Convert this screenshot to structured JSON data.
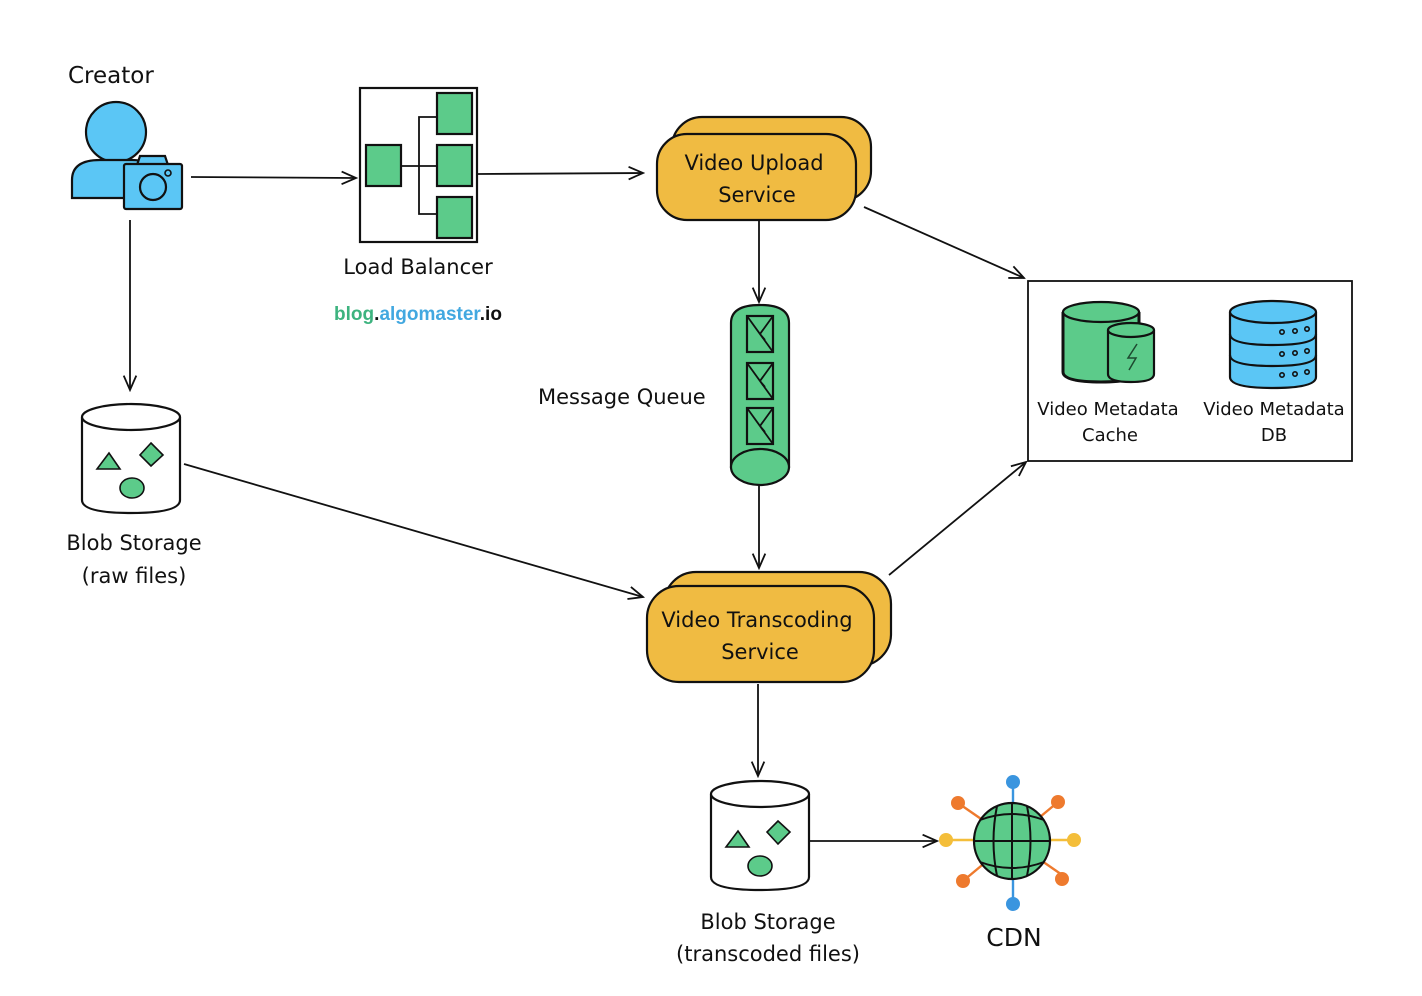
{
  "diagram": {
    "title": "Video upload and transcoding architecture",
    "colors": {
      "service_fill": "#F0BB42",
      "green_fill": "#5CCB8A",
      "blue_fill": "#5BC6F5",
      "cdn_orange": "#EE7A2E",
      "cdn_yellow": "#F4BE3A",
      "cdn_blue": "#3A95DF",
      "watermark_green": "#3DB37F",
      "watermark_blue": "#42A8E0",
      "watermark_dark": "#111111"
    },
    "nodes": {
      "creator": {
        "label": "Creator",
        "icon": "user-camera-icon"
      },
      "load_balancer": {
        "label": "Load Balancer",
        "icon": "load-balancer-icon"
      },
      "upload_service": {
        "line1": "Video Upload",
        "line2": "Service"
      },
      "message_queue": {
        "label": "Message Queue",
        "icon": "queue-icon"
      },
      "metadata_cache": {
        "line1": "Video Metadata",
        "line2": "Cache",
        "icon": "cache-icon"
      },
      "metadata_db": {
        "line1": "Video Metadata",
        "line2": "DB",
        "icon": "database-icon"
      },
      "blob_raw": {
        "line1": "Blob Storage",
        "line2": "(raw files)",
        "icon": "blob-storage-icon"
      },
      "transcoding_service": {
        "line1": "Video Transcoding",
        "line2": "Service"
      },
      "blob_transcoded": {
        "line1": "Blob Storage",
        "line2": "(transcoded files)",
        "icon": "blob-storage-icon"
      },
      "cdn": {
        "label": "CDN",
        "icon": "globe-network-icon"
      }
    },
    "watermark": {
      "part1": "blog",
      "dot1": ".",
      "part2": "algomaster",
      "dot2": ".",
      "part3": "io"
    },
    "edges": [
      {
        "from": "creator",
        "to": "load_balancer"
      },
      {
        "from": "load_balancer",
        "to": "upload_service"
      },
      {
        "from": "creator",
        "to": "blob_raw"
      },
      {
        "from": "upload_service",
        "to": "message_queue"
      },
      {
        "from": "upload_service",
        "to": "metadata_store"
      },
      {
        "from": "message_queue",
        "to": "transcoding_service"
      },
      {
        "from": "blob_raw",
        "to": "transcoding_service"
      },
      {
        "from": "transcoding_service",
        "to": "metadata_store"
      },
      {
        "from": "transcoding_service",
        "to": "blob_transcoded"
      },
      {
        "from": "blob_transcoded",
        "to": "cdn"
      }
    ]
  }
}
